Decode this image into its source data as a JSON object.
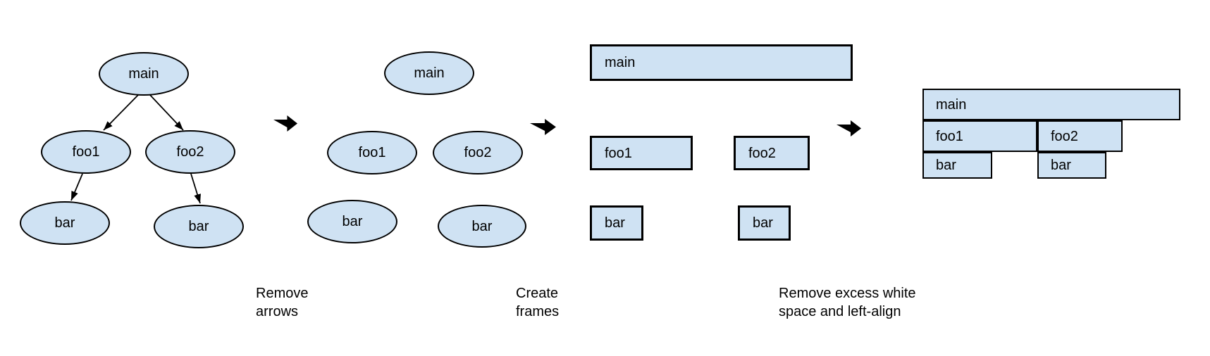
{
  "colors": {
    "node_fill": "#cfe2f3",
    "node_stroke": "#000000",
    "arrow": "#000000",
    "background": "#ffffff"
  },
  "stages": [
    {
      "id": "call-tree",
      "nodes": [
        {
          "label": "main"
        },
        {
          "label": "foo1"
        },
        {
          "label": "foo2"
        },
        {
          "label": "bar"
        },
        {
          "label": "bar"
        }
      ]
    },
    {
      "id": "arrows-removed",
      "nodes": [
        {
          "label": "main"
        },
        {
          "label": "foo1"
        },
        {
          "label": "foo2"
        },
        {
          "label": "bar"
        },
        {
          "label": "bar"
        }
      ]
    },
    {
      "id": "frames",
      "nodes": [
        {
          "label": "main"
        },
        {
          "label": "foo1"
        },
        {
          "label": "foo2"
        },
        {
          "label": "bar"
        },
        {
          "label": "bar"
        }
      ]
    },
    {
      "id": "flame-graph",
      "nodes": [
        {
          "label": "main"
        },
        {
          "label": "foo1"
        },
        {
          "label": "foo2"
        },
        {
          "label": "bar"
        },
        {
          "label": "bar"
        }
      ]
    }
  ],
  "transitions": [
    {
      "caption": "Remove\narrows"
    },
    {
      "caption": "Create\nframes"
    },
    {
      "caption": "Remove excess white\nspace and left-align"
    }
  ]
}
